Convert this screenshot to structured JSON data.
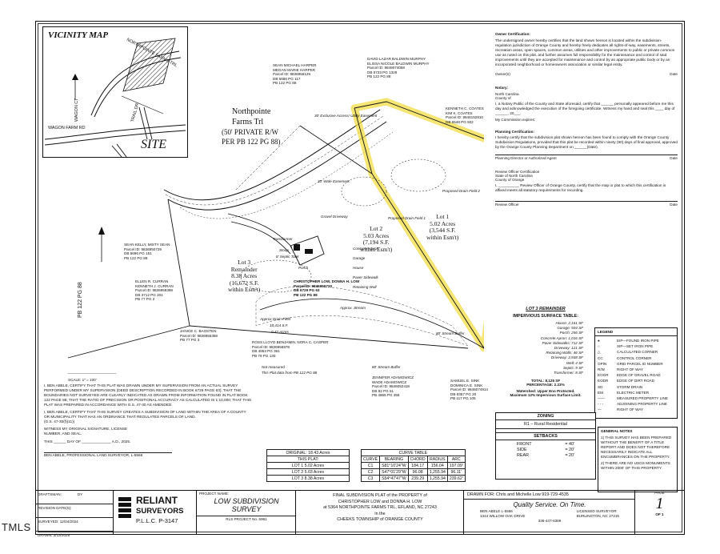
{
  "vicinity": {
    "title": "VICINITY MAP",
    "site": "SITE",
    "roads": [
      "NORTHPOINTE FARMS TRL",
      "WAGON CT",
      "TRAIL DR",
      "WAGON FARM RD"
    ]
  },
  "plat": {
    "road_name_1": "Northpointe",
    "road_name_2": "Farms Trl",
    "road_name_3": "(50' PRIVATE R/W",
    "road_name_4": "PER PB 122 PG 88)",
    "pb_side": "PB 122 PG 88",
    "scale": "SCALE: 1\" = 100'",
    "lot1": [
      "Lot 1",
      "5.02 Acres",
      "(3,544 S.F.",
      "within Esm't)"
    ],
    "lot2": [
      "Lot 2",
      "5.03 Acres",
      "(7,194 S.F.",
      "within Esm't)"
    ],
    "lot3": [
      "Lot 3",
      "Remainder",
      "8.38 Acres",
      "(16,672 S.F.",
      "within Esm't)"
    ],
    "labels": {
      "easement_30": "30' Exclusive Access/ Utility Easement",
      "wide_easement": "30' Wide Easement",
      "drain2": "Proposed Drain Field 2",
      "drain1": "Proposed Drain Field 1",
      "approx_drain": "Approx Drain Field",
      "approx_drain_area": "18,414 S.F.",
      "approx_drain_acres": "0.42 Acres",
      "stream": "Approx. Stream",
      "buffer1": "80' Stream Buffer",
      "buffer2": "80' Stream Buffer",
      "gravel": "Gravel Driveway",
      "concrete": "Concrete Apron",
      "garage": "Garage",
      "house": "House",
      "porch": "Porch",
      "paver": "Paver Sidewalk",
      "retaining": "Retaining Wall",
      "transformer": "Transformer",
      "septic": "8' Septic Tank",
      "stoop": "Stoop",
      "not_measured_1": "Not measured",
      "not_measured_2": "This Plat data from PB 122 PG 88"
    },
    "owners": {
      "harper": [
        "SEAN MICHAEL HARPER",
        "MEGAN MARIE HARPER",
        "Parcel ID: 9836956129",
        "DB 6686 PG 117",
        "PB 122 PG 88"
      ],
      "murphy": [
        "DAVID LAZAR BALDWIN MURPHY",
        "ELISSA NICOLE BALDWIN MURPHY",
        "Parcel ID: 9846074058",
        "DB 6723 PG 1329",
        "PB 122 PG 88"
      ],
      "coates": [
        "KENNETH C. COATES",
        "KIM K. COATES",
        "Parcel ID: 9846152810",
        "DB 6546 PG 502"
      ],
      "sean": [
        "SEAN KELLY, MISTY SEAN",
        "Parcel ID: 9836950729",
        "DB 6696 PG 151",
        "PB 122 PG 88"
      ],
      "curran": [
        "ELLEN R. CURRAN",
        "KENNETH J. CURRAN",
        "Parcel ID: 9836958398",
        "DB 3712 PG 201",
        "PB 77 PG 2"
      ],
      "baosten": [
        "JANICE C. BAOSTEN",
        "Parcel ID: 9836955358",
        "PB 77 PG 3"
      ],
      "low": [
        "CHRISTOPHER LOW, DONNA H. LOW",
        "Parcel ID: 9846050720",
        "DB 6729 PG 63",
        "PB 122 PG 88"
      ],
      "casper": [
        "ROSS LLOYD BENJAMIN, NORA C. CASPER",
        "Parcel ID: 9836956978",
        "DB 4853 PG 361",
        "PB 79 PG 130"
      ],
      "adamowicz": [
        "JENNIFER ADAMOWICZ",
        "WADE ADAMOWICZ",
        "Parcel ID: 9846052418",
        "DB 82 PG 51",
        "PB 4865 PG 356"
      ],
      "sink": [
        "SAMUEL E. SINK",
        "DOMINICA E. SINK",
        "Parcel ID: 9846074914",
        "DB 6357 PG 20",
        "PB 117 PG 105"
      ]
    }
  },
  "certifications": {
    "owner_title": "Owner Certification:",
    "owner_text": "The undersigned owner hereby certifies that the land shown hereon is located within the subdivision-regulation jurisdiction of Orange County and hereby freely dedicates all rights-of-way, easements, streets, recreation areas, open spaces, common areas, utilities and other improvements to public or private common use as noted on this plat, and further assumes full responsibility for the maintenance and control of said improvements until they are accepted for maintenance and control by an appropriate public body or by an incorporated neighborhood or homeowners association or similar legal entity.",
    "owner_label": "Owner(s)",
    "date_label": "Date",
    "notary_title": "Notary:",
    "notary_state": "North Carolina",
    "notary_county": "County of",
    "notary_text": "I, a Notary Public of the County and State aforesaid, certify that ______ personally appeared before me this day and acknowledged the execution of the foregoing certificate. Witness my hand and seal this ____ day of ______, 20___.",
    "notary_expires": "My Commission expires:",
    "planning_title": "Planning Certification:",
    "planning_text": "I hereby certify that the subdivision plat shown hereon has been found to comply with the Orange County Subdivision Regulations, provided that this plat be recorded within ninety (90) days of final approval, approved by the Orange County Planning Department on ______(Date).",
    "planning_sig": "Planning Director or Authorized Agent",
    "review_title": "Review Officer Certification",
    "review_state": "State of North Carolina",
    "review_county": "County of Orange",
    "review_text": "I, __________ Review Officer of Orange County, certify that the map or plat to which this certification is affixed meets all statutory requirements for recording.",
    "review_sig": "Review Officer"
  },
  "impervious": {
    "heading": "LOT 3 REMAINDER",
    "title": "IMPERVIOUS SURFACE TABLE:",
    "rows": [
      "House: 2,161 SF",
      "Garage: 504 SF",
      "Porch: 256 SF",
      "Concrete Apron: 1,016 SF",
      "Paver Sidewalks: 712 SF",
      "Driveway: 121 SF",
      "Retaining Walls: 46 SF",
      "Driveway: 2,938 SF",
      "Well: 4 SF",
      "Septic: 9 SF",
      "Transformer: 8 SF"
    ],
    "total": "TOTAL: 8,125 SF",
    "percent": "PERCENTAGE: 2.23%",
    "watershed_1": "Watershed: Upper Eno Protected.",
    "watershed_2": "Maximum 12% Impervious Surface Limit."
  },
  "legend": {
    "title": "LEGEND",
    "items": [
      [
        "●",
        "EIP—FOUND IRON PIPE"
      ],
      [
        "○",
        "SIP—SET IRON PIPE"
      ],
      [
        "△",
        "CALCULATED CORNER"
      ],
      [
        "CC",
        "CONTROL CORNER"
      ],
      [
        "OPIN",
        "GRID PARCEL ID NUMBER"
      ],
      [
        "R/W",
        "RIGHT OF WAY"
      ],
      [
        "EOGR",
        "EDGE OF GRAVEL ROAD"
      ],
      [
        "EODR",
        "EDGE OF DIRT ROAD"
      ],
      [
        "SD",
        "STORM DRAIN"
      ],
      [
        "EM",
        "ELECTRIC METER"
      ],
      [
        "——",
        "MEASURED PROPERTY LINE"
      ],
      [
        "- - -",
        "ADJOINING PROPERTY LINE"
      ],
      [
        "—",
        "RIGHT OF WAY"
      ]
    ]
  },
  "zoning": {
    "title": "ZONING",
    "value": "R1 – Rural Residential",
    "setbacks_title": "SETBACKS",
    "setbacks": [
      [
        "FRONT",
        "= 40'"
      ],
      [
        "SIDE",
        "= 20'"
      ],
      [
        "REAR",
        "= 20'"
      ]
    ]
  },
  "general_notes": {
    "title": "GENERAL NOTES",
    "n1": "1) THIS SURVEY HAS BEEN PREPARED WITHOUT THE BENEFIT OF A TITLE REPORT AND DOES NOT THEREFORE NECESSARILY INDICATE ALL ENCUMBRANCES ON THE PROPERTY.",
    "n2": "2) THERE ARE NO USGS MONUMENTS WITHIN 2000' OF THIS PROPERTY."
  },
  "surveyor_cert": {
    "text": "I, BEN ABELE, CERTIFY THAT THIS PLAT WAS DRAWN UNDER MY SUPERVISION FROM AN ACTUAL SURVEY PERFORMED UNDER MY SUPERVISION (DEED DESCRIPTION RECORDED IN BOOK 6729 PAGE 63); THAT THE BOUNDARIES NOT SURVEYED ARE CLEARLY INDICATED AS DRAWN FROM INFORMATION FOUND IN PLAT BOOK 122 PAGE 88; THAT THE RATIO OF PRECISION OR POSITIONAL ACCURACY AS CALCULATED IS 1:10,000; THAT THIS PLAT WAS PREPARED IN ACCORDANCE WITH G.S. 47-30 AS AMENDED.",
    "text2": "I, BEN ABELE, CERTIFY THAT THIS SURVEY CREATES A SUBDIVISION OF LAND WITHIN THE AREA OF A COUNTY OR MUNICIPALITY THAT HAS AN ORDINANCE THAT REGULATES PARCELS OF LAND.",
    "gs": "(G.S. 47-30(f)(11))",
    "witness": "WITNESS MY ORIGINAL SIGNATURE, LICENSE NUMBER, AND SEAL.",
    "this_day": "THIS ______ DAY OF ______________ A.D., 2025.",
    "signature": "BEN ABELE, PROFESSIONAL LAND SURVEYOR, L-5566"
  },
  "acreage": {
    "original": "ORIGINAL: 18.43 Acres",
    "this_plat": "THIS PLAT:",
    "lots": [
      "LOT 1  5.02 Acres",
      "LOT 2  5.03 Acres",
      "LOT 3  8.38 Acres"
    ]
  },
  "curve_table": {
    "title": "CURVE TABLE",
    "headers": [
      "CURVE",
      "BEARING",
      "CHORD",
      "RADIUS",
      "ARC"
    ],
    "rows": [
      [
        "C1",
        "S81°10'24\"W",
        "184.17",
        "156.04",
        "197.09'"
      ],
      [
        "C2",
        "S47°01'29\"W",
        "96.08",
        "1,255.94",
        "96.11'"
      ],
      [
        "C3",
        "S54°47'47\"W",
        "239.29",
        "1,255.94",
        "239.62'"
      ]
    ]
  },
  "title_block": {
    "draftsman_label": "DRAFTSMAN:",
    "draftsman": "DY",
    "revision_label": "REVISION DATE(S):",
    "surveyed": "SURVEYED: 12/04/2024",
    "drawn": "DRAWN: 2/13/2025",
    "company_1": "RELIANT",
    "company_2": "SURVEYORS",
    "company_3": "P.L.L.C. P-3147",
    "project_label": "PROJECT NAME:",
    "project_1": "LOW SUBDIVISION",
    "project_2": "SURVEY",
    "project_no": "RLS PROJECT No. 5961",
    "final_1": "FINAL SUBDIVISION PLAT of the PROPERTY of",
    "final_2": "CHRISTOPHER LOW and DONNA H. LOW",
    "final_3": "at 5364 NORTHPOINTE FARMS TRL, EFLAND, NC 27243",
    "final_4": "in the",
    "final_5": "CHEEKS TOWNSHIP of ORANGE COUNTY",
    "drawn_for": "DRAWN FOR: Chris and Michelle Low 919-729-4535",
    "quality": "Quality Service. On Time.",
    "surveyor_1": "BEN ABELE L-5566",
    "surveyor_2": "LICENSED SURVEYOR",
    "address": "1344 WILLOW OAK DRIVE",
    "city": "BURLINGTON, NC 27215",
    "phone": "336-447-6399",
    "page_label": "PAGE",
    "page_no": "1",
    "of": "OF 1"
  },
  "watermark": "TMLS"
}
